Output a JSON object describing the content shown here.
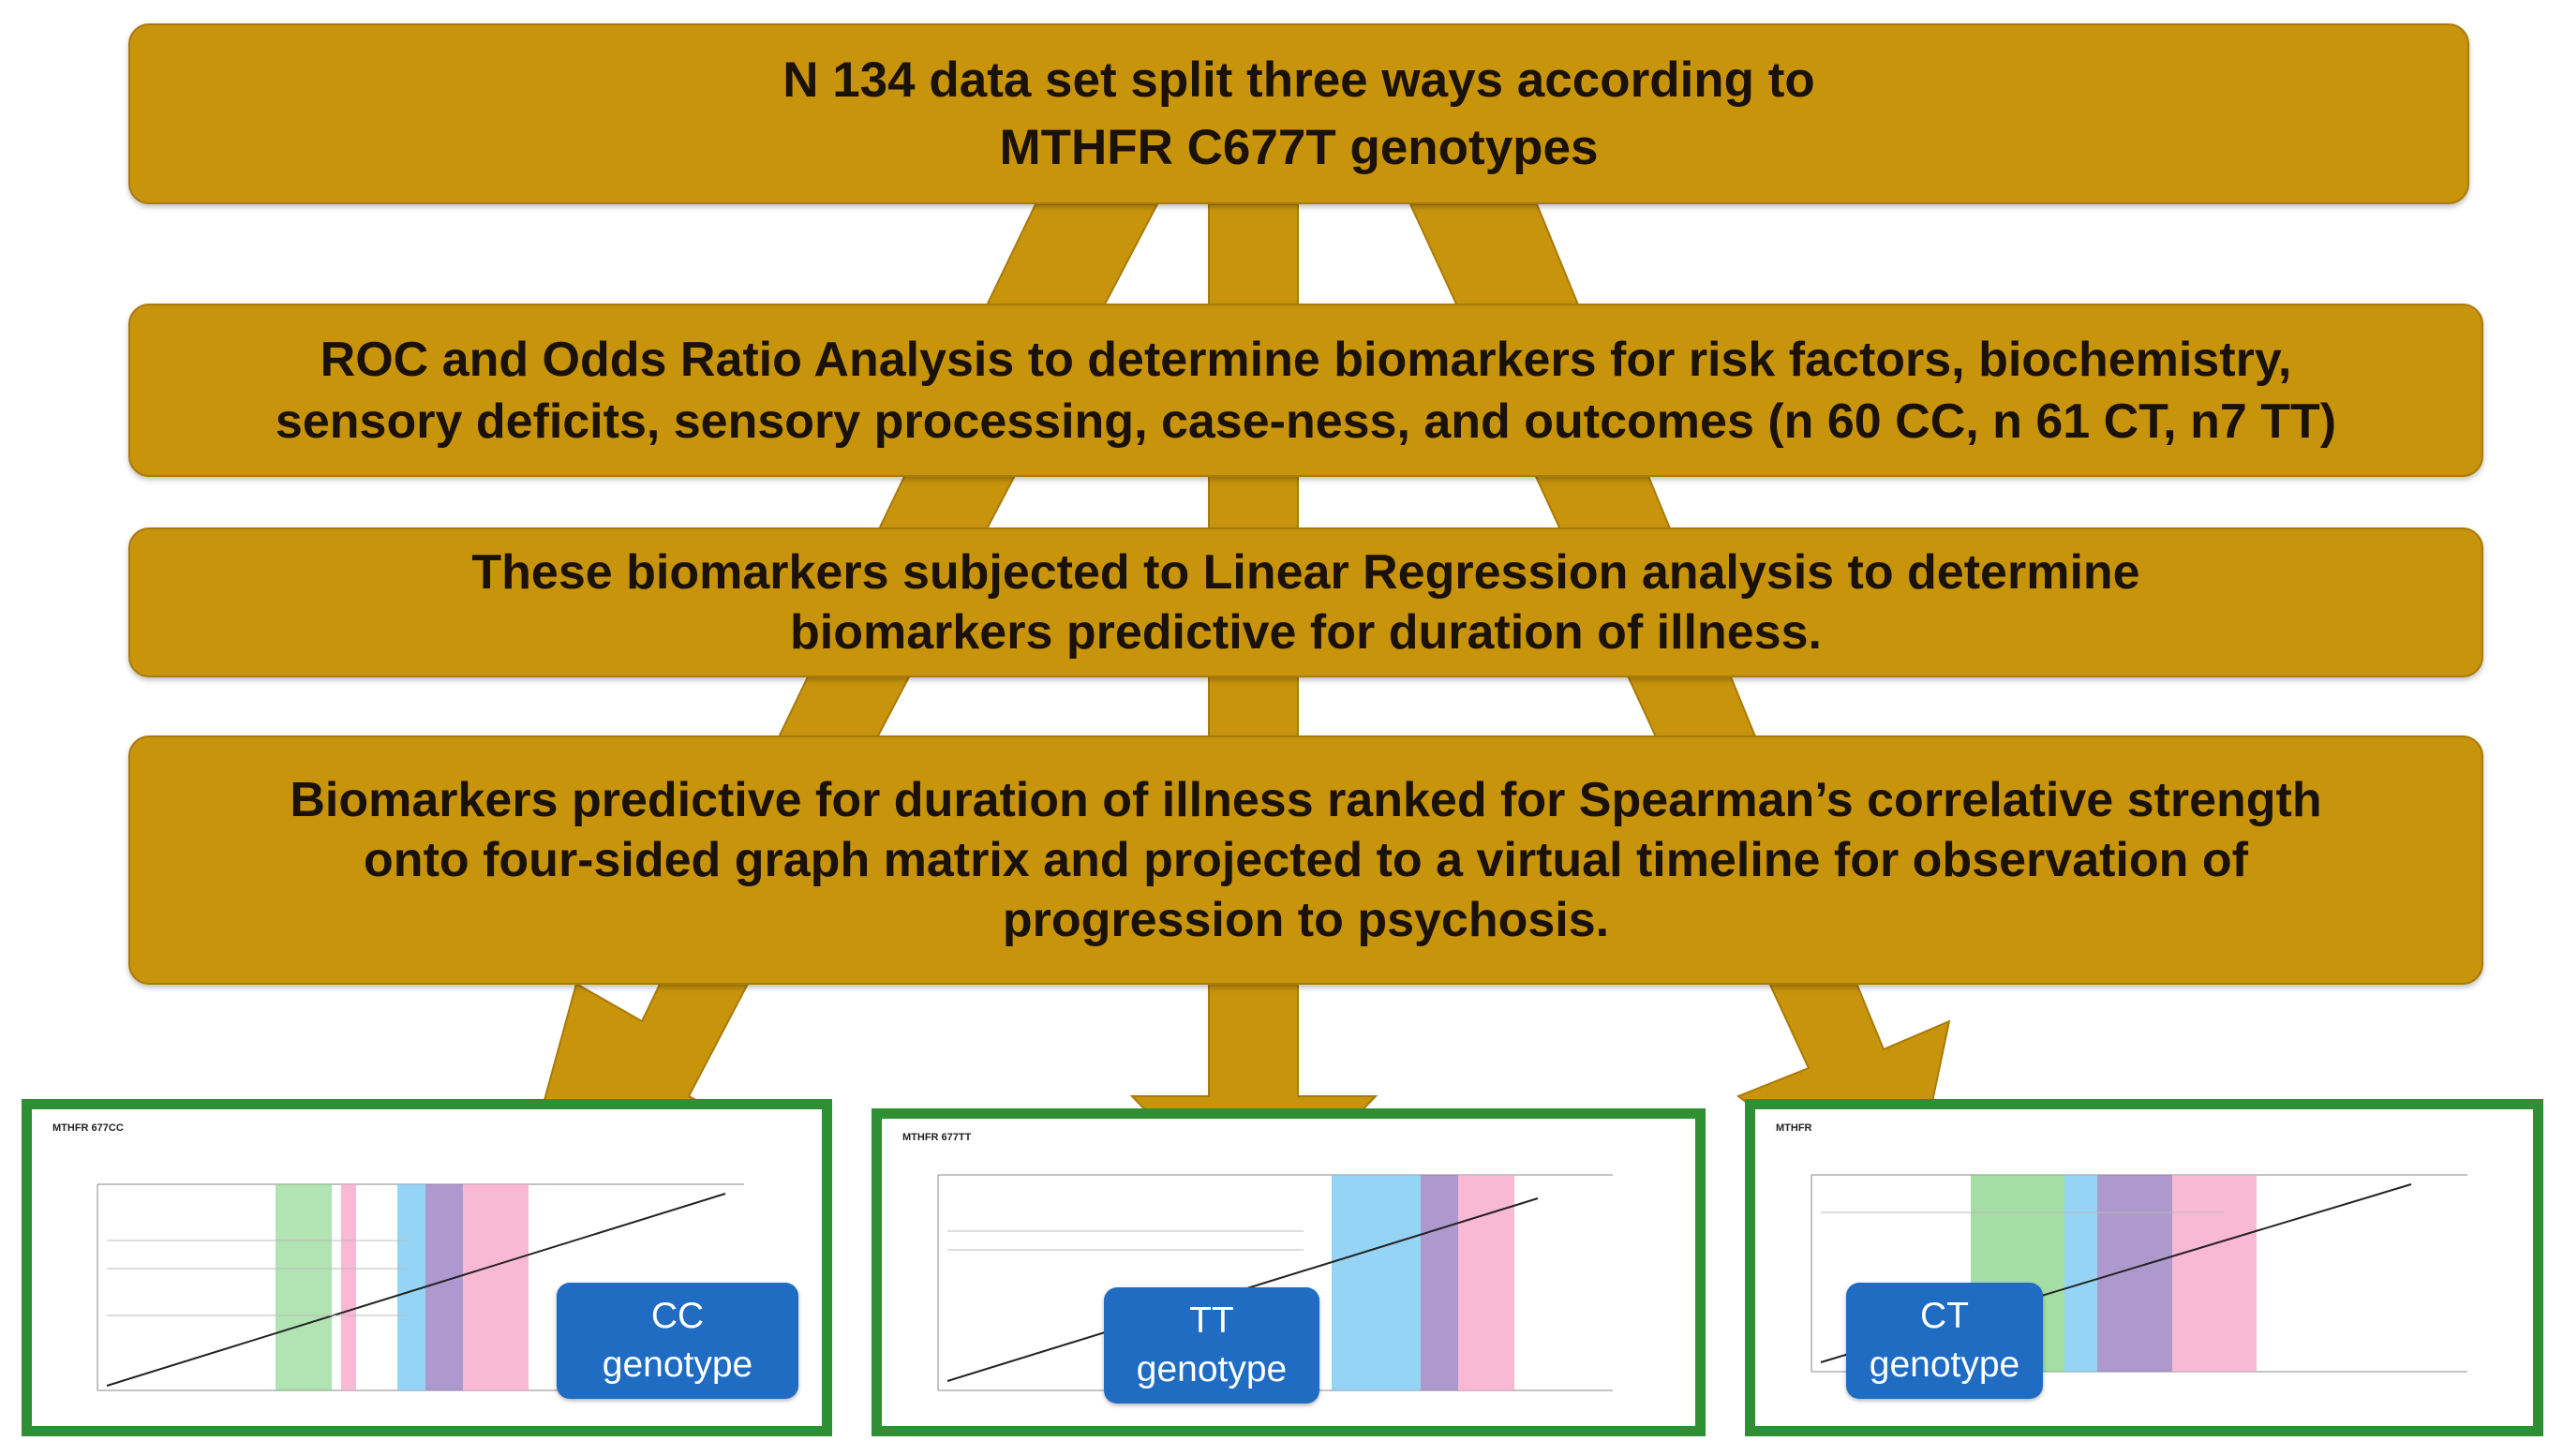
{
  "colors": {
    "box_fill": "#c8940c",
    "arrow_fill": "#c8940c",
    "frame_green": "#2f8f33",
    "badge_blue": "#1f6cc2"
  },
  "steps": [
    {
      "lines": [
        "N  134 data set split three ways according to",
        "MTHFR C677T genotypes"
      ]
    },
    {
      "lines": [
        "ROC and Odds Ratio Analysis  to determine biomarkers for risk factors, biochemistry,",
        "sensory deficits, sensory processing, case-ness,  and outcomes (n 60 CC, n 61 CT, n7 TT)"
      ]
    },
    {
      "lines": [
        "These biomarkers subjected to Linear Regression analysis to determine",
        "biomarkers predictive for duration of illness."
      ]
    },
    {
      "lines": [
        "Biomarkers predictive for duration of illness ranked for Spearman’s correlative strength",
        "onto four-sided graph matrix  and projected to a virtual timeline for observation of",
        "progression to psychosis."
      ]
    }
  ],
  "panels": [
    {
      "title": "MTHFR 677CC",
      "badge": [
        "CC",
        "genotype"
      ]
    },
    {
      "title": "MTHFR 677TT",
      "badge": [
        "TT",
        "genotype"
      ]
    },
    {
      "title": "MTHFR",
      "badge": [
        "CT",
        "genotype"
      ]
    }
  ]
}
